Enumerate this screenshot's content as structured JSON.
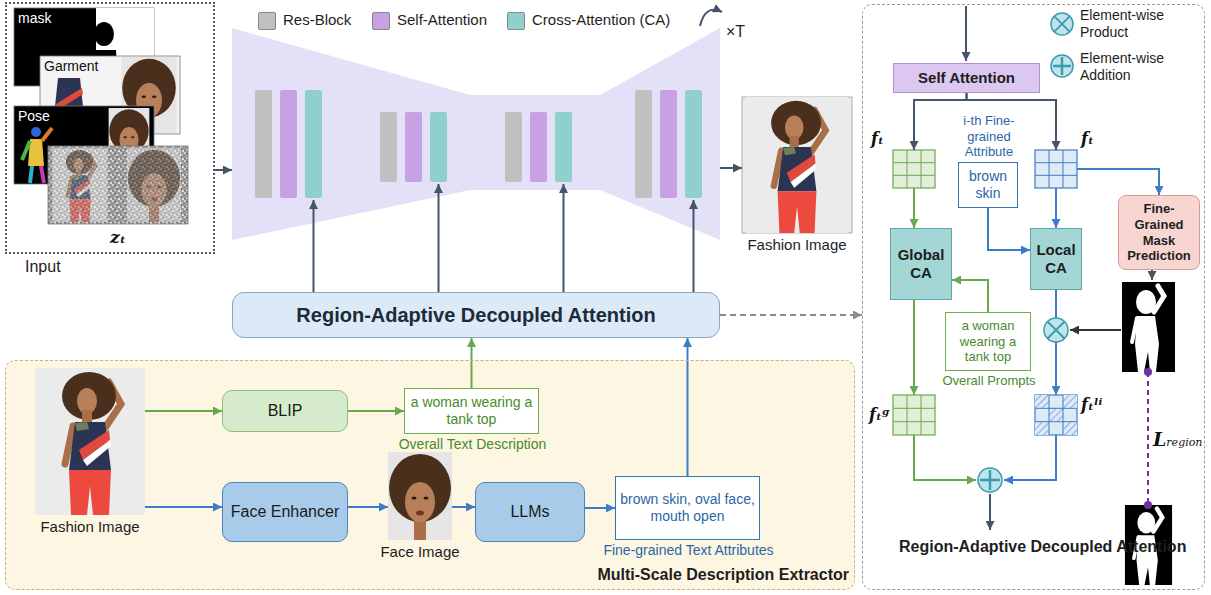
{
  "diagram": {
    "nodes": [
      {
        "text": [
          "Input"
        ]
      },
      {
        "text": [
          "mask"
        ],
        "in": 0
      },
      {
        "text": [
          "Garment"
        ],
        "in": 0
      },
      {
        "text": [
          "Pose"
        ],
        "in": 0
      },
      {
        "text": [
          "zₜ"
        ],
        "in": 0
      },
      {
        "text": [
          "×T"
        ]
      },
      {
        "text": [
          "Fashion Image"
        ]
      },
      {
        "text": [
          "Region-Adaptive Decoupled Attention"
        ]
      },
      {
        "text": [
          "Multi-Scale Description Extractor"
        ]
      },
      {
        "text": [
          "Fashion Image"
        ],
        "in": 8
      },
      {
        "text": [
          "BLIP"
        ],
        "in": 8
      },
      {
        "text": [
          "a woman wearing a tank top",
          "Overall Text Description"
        ],
        "in": 8
      },
      {
        "text": [
          "Face Enhancer"
        ],
        "in": 8
      },
      {
        "text": [
          "Face Image"
        ],
        "in": 8
      },
      {
        "text": [
          "LLMs"
        ],
        "in": 8
      },
      {
        "text": [
          "brown skin, oval face, mouth open",
          "Fine-grained Text Attributes"
        ],
        "in": 8
      },
      {
        "text": [
          "Region-Adaptive Decoupled Attention"
        ]
      },
      {
        "text": [
          "Self Attention"
        ],
        "in": 16
      },
      {
        "text": [
          "fₜ"
        ],
        "in": 16
      },
      {
        "text": [
          "fₜ"
        ],
        "in": 16
      },
      {
        "text": [
          "i-th Fine-grained Attribute",
          "brown skin"
        ],
        "in": 16
      },
      {
        "text": [
          "Global CA"
        ],
        "in": 16
      },
      {
        "text": [
          "Local CA"
        ],
        "in": 16
      },
      {
        "text": [
          "Fine-Grained Mask Prediction"
        ],
        "in": 16
      },
      {
        "text": [
          "a woman wearing a tank top",
          "Overall Prompts"
        ],
        "in": 16
      },
      {
        "text": [
          "fₜᵍ"
        ],
        "in": 16
      },
      {
        "text": [
          "fₜˡⁱ"
        ],
        "in": 16
      }
    ],
    "edges": [
      {
        "from": 0,
        "to": 5,
        "arrow": "to"
      },
      {
        "from": 5,
        "to": 6,
        "arrow": "to"
      },
      {
        "from": 7,
        "to": 5,
        "arrow": "to"
      },
      {
        "from": 9,
        "to": 10,
        "arrow": "to"
      },
      {
        "from": 10,
        "to": 11,
        "arrow": "to"
      },
      {
        "from": 9,
        "to": 12,
        "arrow": "to"
      },
      {
        "from": 12,
        "to": 13,
        "arrow": "to"
      },
      {
        "from": 13,
        "to": 14,
        "arrow": "to"
      },
      {
        "from": 14,
        "to": 15,
        "arrow": "to"
      },
      {
        "from": 11,
        "to": 7,
        "arrow": "to"
      },
      {
        "from": 15,
        "to": 7,
        "arrow": "to"
      },
      {
        "from": 7,
        "to": 16,
        "arrow": "to"
      },
      {
        "from": 17,
        "to": 18,
        "arrow": "to"
      },
      {
        "from": 17,
        "to": 19,
        "arrow": "to"
      },
      {
        "from": 18,
        "to": 21,
        "arrow": "to"
      },
      {
        "from": 19,
        "to": 22,
        "arrow": "to"
      },
      {
        "from": 20,
        "to": 22,
        "arrow": "to"
      },
      {
        "from": 24,
        "to": 21,
        "arrow": "to"
      },
      {
        "from": 19,
        "to": 23,
        "arrow": "to"
      },
      {
        "from": 21,
        "to": 25,
        "arrow": "to"
      },
      {
        "from": 22,
        "to": 26,
        "arrow": "to"
      }
    ],
    "labels": [
      "Lregion"
    ],
    "legend": [
      {
        "text": "Res-Block",
        "color": "#c0c0c0"
      },
      {
        "text": "Self-Attention",
        "color": "#c6a2e2"
      },
      {
        "text": "Cross-Attention (CA)",
        "color": "#8fcfcc"
      },
      {
        "text": "Element-wise Product"
      },
      {
        "text": "Element-wise Addition"
      }
    ]
  }
}
